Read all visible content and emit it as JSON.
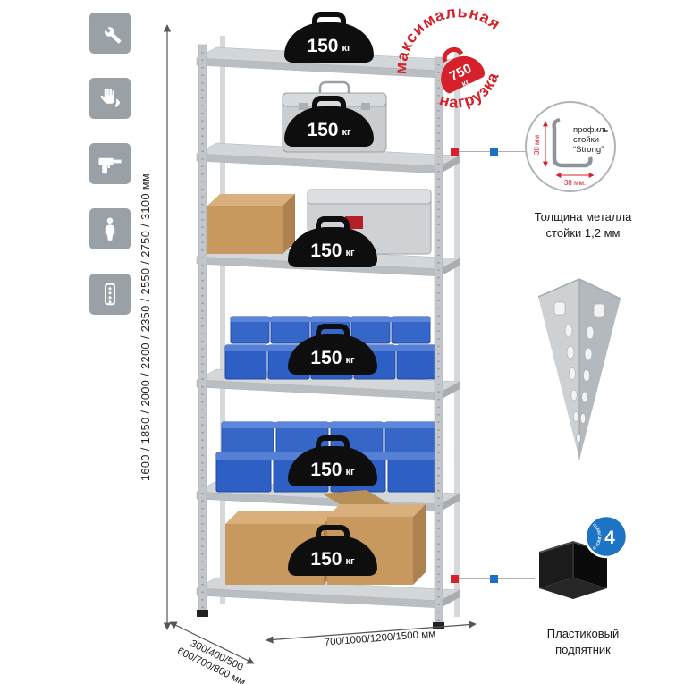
{
  "icons": {
    "left_column": [
      "wrench-icon",
      "gloves-icon",
      "drill-icon",
      "person-icon",
      "fasteners-icon"
    ]
  },
  "dims": {
    "height": "1600 / 1850 / 2000 / 2200 / 2350 / 2550 / 2750 / 3100 мм",
    "depth_line1": "300/400/500",
    "depth_line2": "600/700/800 мм",
    "width": "700/1000/1200/1500 мм"
  },
  "shelf_badge": {
    "value": "150",
    "unit": "кг"
  },
  "stamp": {
    "arc_top": "максимальная",
    "arc_bottom": "нагрузка",
    "value": "750",
    "unit": "кг"
  },
  "profile": {
    "line1": "профиль",
    "line2": "стойки",
    "line3": "“Strong”",
    "dim_vertical": "38 мм",
    "dim_horizontal": "38 мм.",
    "caption1": "Толщина металла",
    "caption2": "стойки 1,2 мм"
  },
  "foot": {
    "badge_number": "4",
    "badge_text": "в комплекте",
    "caption1": "Пластиковый",
    "caption2": "подпятник"
  },
  "colors": {
    "accent_red": "#d6202a",
    "accent_blue": "#1d6fc0",
    "icon_bg": "#9aa1a6",
    "bin_blue": "#2e5fc4",
    "box_tan": "#c8995f",
    "metal_light": "#cdd1d4",
    "metal_mid": "#b4b9bd"
  }
}
